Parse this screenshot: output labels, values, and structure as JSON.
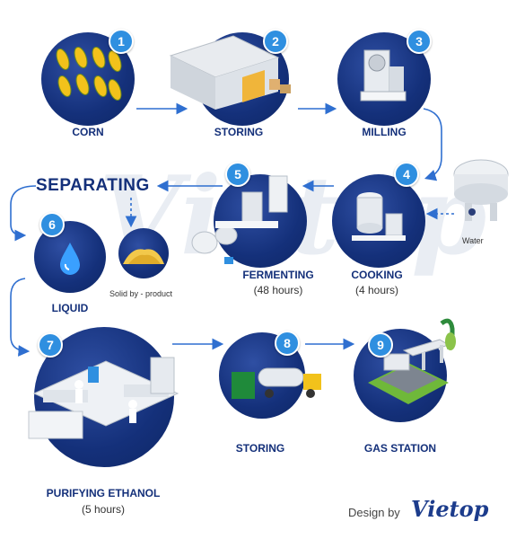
{
  "steps": [
    {
      "num": "1",
      "title": "CORN"
    },
    {
      "num": "2",
      "title": "STORING"
    },
    {
      "num": "3",
      "title": "MILLING"
    },
    {
      "num": "4",
      "title": "COOKING",
      "duration": "(4 hours)"
    },
    {
      "num": "5",
      "title": "FERMENTING",
      "duration": "(48 hours)"
    },
    {
      "num": "6",
      "title": "LIQUID"
    },
    {
      "num": "7",
      "title": "PURIFYING ETHANOL",
      "duration": "(5 hours)"
    },
    {
      "num": "8",
      "title": "STORING"
    },
    {
      "num": "9",
      "title": "GAS STATION"
    }
  ],
  "separating": "SEPARATING",
  "solid_byproduct": "Solid by - product",
  "water": "Water",
  "credit": {
    "prefix": "Design by",
    "brand": "Vietop"
  },
  "colors": {
    "circle": "#14307a",
    "badge": "#2f8fe0",
    "arrow": "#2f6fd0",
    "label": "#14307a"
  }
}
